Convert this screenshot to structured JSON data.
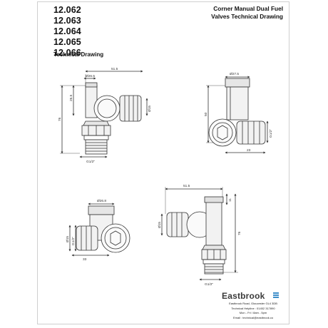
{
  "header": {
    "codes": [
      "12.062",
      "12.063",
      "12.064",
      "12.065",
      "12.066"
    ],
    "subtitle": "Technical Drawing",
    "title_lines": [
      "Corner Manual Dual Fuel",
      "Valves Technical Drawing"
    ]
  },
  "views": {
    "top_left": {
      "width_top": "51.5",
      "diameter_top": "Ø26.5",
      "height_upper": "26.5",
      "height_total": "76",
      "diameter_side": "Ø15",
      "thread": "G1/2\""
    },
    "top_right": {
      "diameter_top": "Ø27.5",
      "height": "50",
      "thread_side": "G1/2\"",
      "width_bottom": "23"
    },
    "bottom_left": {
      "diameter_top": "Ø26.8",
      "diameter_side": "Ø15",
      "thread_side": "G1/2\"",
      "width_bottom": "33"
    },
    "bottom_right": {
      "width_top": "51.5",
      "height_small": "11",
      "diameter_side": "Ø15",
      "height_total": "76",
      "thread": "G1/2\""
    }
  },
  "footer": {
    "brand": "Eastbrook",
    "brand_color": "#3d8ec9",
    "address": "Eastbrook Road, Gloucester GL4 3DB",
    "helpline": "Technical Helpline : 01452 317890",
    "hours": "Mon - Fri / 8am - 5pm",
    "email": "Email : technical@eastbrook.co"
  }
}
